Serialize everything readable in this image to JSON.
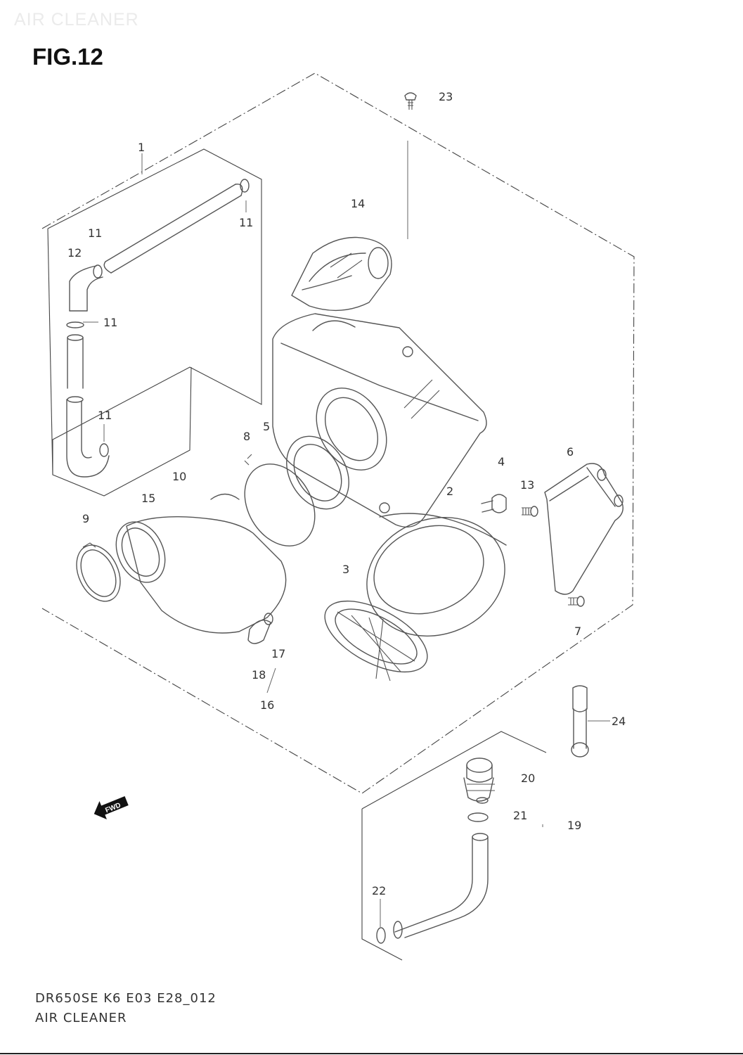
{
  "watermark": "AIR CLEANER",
  "figure_title": "FIG.12",
  "diagram_code": "DR650SE K6 E03 E28_012",
  "caption": "AIR CLEANER",
  "fwd_badge": "FWD",
  "part_labels": {
    "p1": "1",
    "p2": "2",
    "p3": "3",
    "p4": "4",
    "p5": "5",
    "p6": "6",
    "p7": "7",
    "p8": "8",
    "p9": "9",
    "p10": "10",
    "p11a": "11",
    "p11b": "11",
    "p11c": "11",
    "p11d": "11",
    "p12": "12",
    "p13": "13",
    "p14": "14",
    "p15": "15",
    "p16": "16",
    "p17": "17",
    "p18": "18",
    "p19": "19",
    "p20": "20",
    "p21": "21",
    "p22": "22",
    "p23": "23",
    "p24": "24"
  }
}
